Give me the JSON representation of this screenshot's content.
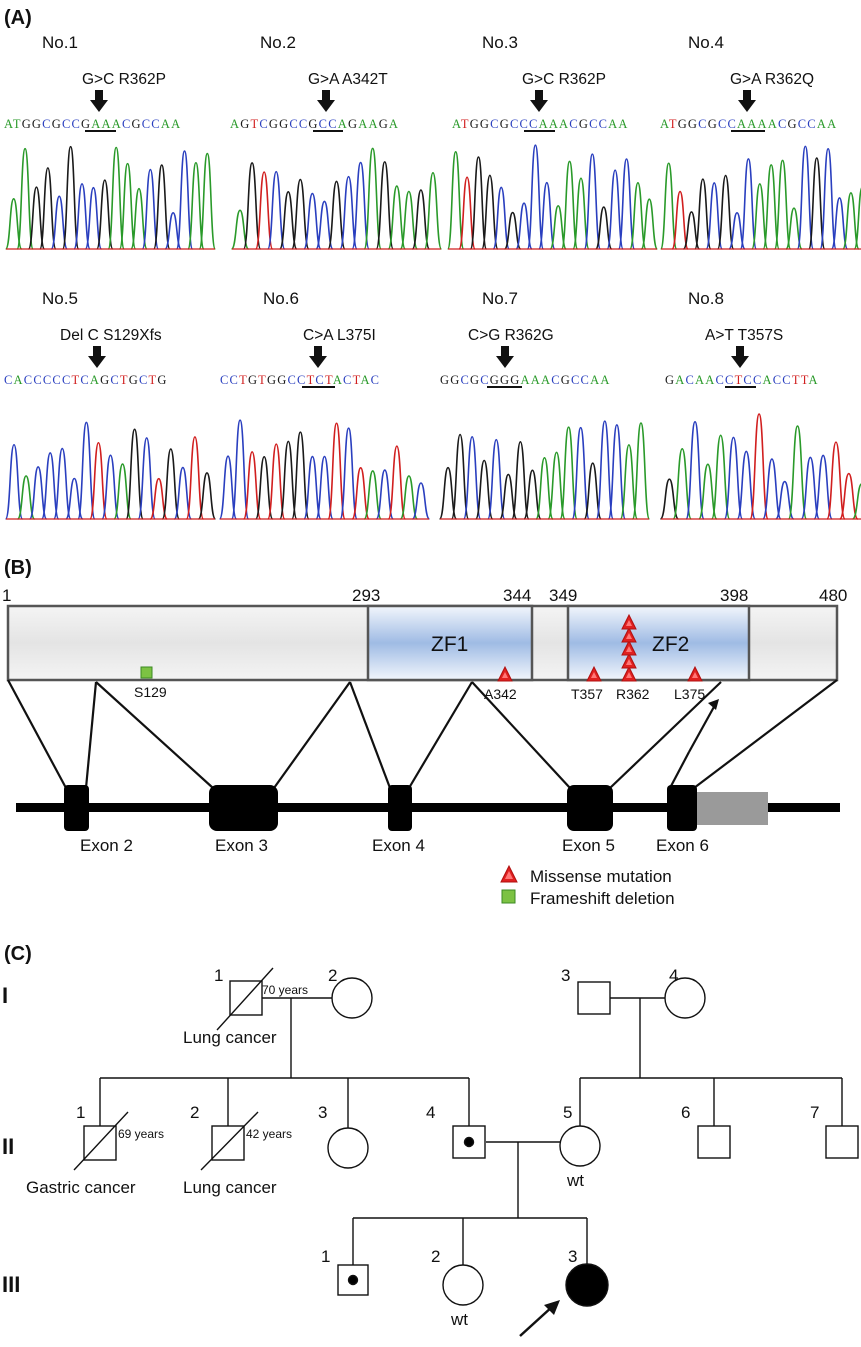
{
  "panels": {
    "a": "(A)",
    "b": "(B)",
    "c": "(C)"
  },
  "panel_a": {
    "traces": [
      {
        "label": "No.1",
        "mutation": "G>C  R362P",
        "seq": [
          [
            "A",
            "g"
          ],
          [
            "T",
            "g"
          ],
          [
            "G",
            "k"
          ],
          [
            "G",
            "k"
          ],
          [
            "C",
            "b"
          ],
          [
            "G",
            "k"
          ],
          [
            "C",
            "b"
          ],
          [
            "C",
            "b"
          ],
          [
            "G",
            "k"
          ],
          [
            "A",
            "g"
          ],
          [
            "A",
            "g"
          ],
          [
            "A",
            "g"
          ],
          [
            "C",
            "b"
          ],
          [
            "G",
            "k"
          ],
          [
            "C",
            "b"
          ],
          [
            "C",
            "b"
          ],
          [
            "A",
            "g"
          ],
          [
            "A",
            "g"
          ]
        ],
        "colors": [
          "#2a9a2a",
          "#1a1a1a",
          "#2a3fbf",
          "#d11f1f"
        ]
      },
      {
        "label": "No.2",
        "mutation": "G>A  A342T",
        "seq": [
          [
            "A",
            "g"
          ],
          [
            "G",
            "k"
          ],
          [
            "T",
            "r"
          ],
          [
            "C",
            "b"
          ],
          [
            "G",
            "k"
          ],
          [
            "G",
            "k"
          ],
          [
            "C",
            "b"
          ],
          [
            "C",
            "b"
          ],
          [
            "G",
            "k"
          ],
          [
            "C",
            "b"
          ],
          [
            "C",
            "b"
          ],
          [
            "A",
            "g"
          ],
          [
            "G",
            "k"
          ],
          [
            "A",
            "g"
          ],
          [
            "A",
            "g"
          ],
          [
            "G",
            "k"
          ],
          [
            "A",
            "g"
          ]
        ],
        "colors": [
          "#2a9a2a",
          "#1a1a1a",
          "#2a3fbf",
          "#d11f1f"
        ]
      },
      {
        "label": "No.3",
        "mutation": "G>C R362P",
        "seq": [
          [
            "A",
            "g"
          ],
          [
            "T",
            "r"
          ],
          [
            "G",
            "k"
          ],
          [
            "G",
            "k"
          ],
          [
            "C",
            "b"
          ],
          [
            "G",
            "k"
          ],
          [
            "C",
            "b"
          ],
          [
            "C",
            "b"
          ],
          [
            "C",
            "b"
          ],
          [
            "A",
            "g"
          ],
          [
            "A",
            "g"
          ],
          [
            "A",
            "g"
          ],
          [
            "C",
            "b"
          ],
          [
            "G",
            "k"
          ],
          [
            "C",
            "b"
          ],
          [
            "C",
            "b"
          ],
          [
            "A",
            "g"
          ],
          [
            "A",
            "g"
          ]
        ],
        "colors": [
          "#2a9a2a",
          "#1a1a1a",
          "#2a3fbf",
          "#d11f1f"
        ]
      },
      {
        "label": "No.4",
        "mutation": "G>A R362Q",
        "seq": [
          [
            "A",
            "g"
          ],
          [
            "T",
            "r"
          ],
          [
            "G",
            "k"
          ],
          [
            "G",
            "k"
          ],
          [
            "C",
            "b"
          ],
          [
            "G",
            "k"
          ],
          [
            "C",
            "b"
          ],
          [
            "C",
            "b"
          ],
          [
            "A",
            "g"
          ],
          [
            "A",
            "g"
          ],
          [
            "A",
            "g"
          ],
          [
            "A",
            "g"
          ],
          [
            "C",
            "b"
          ],
          [
            "G",
            "k"
          ],
          [
            "C",
            "b"
          ],
          [
            "C",
            "b"
          ],
          [
            "A",
            "g"
          ],
          [
            "A",
            "g"
          ]
        ],
        "colors": [
          "#2a9a2a",
          "#1a1a1a",
          "#2a3fbf",
          "#d11f1f"
        ]
      },
      {
        "label": "No.5",
        "mutation": "Del C  S129Xfs",
        "seq": [
          [
            "C",
            "b"
          ],
          [
            "A",
            "g"
          ],
          [
            "C",
            "b"
          ],
          [
            "C",
            "b"
          ],
          [
            "C",
            "b"
          ],
          [
            "C",
            "b"
          ],
          [
            "C",
            "b"
          ],
          [
            "T",
            "r"
          ],
          [
            "C",
            "b"
          ],
          [
            "A",
            "g"
          ],
          [
            "G",
            "k"
          ],
          [
            "C",
            "b"
          ],
          [
            "T",
            "r"
          ],
          [
            "G",
            "k"
          ],
          [
            "C",
            "b"
          ],
          [
            "T",
            "r"
          ],
          [
            "G",
            "k"
          ]
        ],
        "colors": [
          "#2a9a2a",
          "#1a1a1a",
          "#2a3fbf",
          "#d11f1f"
        ]
      },
      {
        "label": "No.6",
        "mutation": "C>A L375I",
        "seq": [
          [
            "C",
            "b"
          ],
          [
            "C",
            "b"
          ],
          [
            "T",
            "r"
          ],
          [
            "G",
            "k"
          ],
          [
            "T",
            "r"
          ],
          [
            "G",
            "k"
          ],
          [
            "G",
            "k"
          ],
          [
            "C",
            "b"
          ],
          [
            "C",
            "b"
          ],
          [
            "T",
            "r"
          ],
          [
            "C",
            "b"
          ],
          [
            "T",
            "r"
          ],
          [
            "A",
            "g"
          ],
          [
            "C",
            "b"
          ],
          [
            "T",
            "r"
          ],
          [
            "A",
            "g"
          ],
          [
            "C",
            "b"
          ]
        ],
        "colors": [
          "#2a9a2a",
          "#1a1a1a",
          "#2a3fbf",
          "#d11f1f"
        ]
      },
      {
        "label": "No.7",
        "mutation": "C>G R362G",
        "seq": [
          [
            "G",
            "k"
          ],
          [
            "G",
            "k"
          ],
          [
            "C",
            "b"
          ],
          [
            "G",
            "k"
          ],
          [
            "C",
            "b"
          ],
          [
            "G",
            "k"
          ],
          [
            "G",
            "k"
          ],
          [
            "G",
            "k"
          ],
          [
            "A",
            "g"
          ],
          [
            "A",
            "g"
          ],
          [
            "A",
            "g"
          ],
          [
            "C",
            "b"
          ],
          [
            "G",
            "k"
          ],
          [
            "C",
            "b"
          ],
          [
            "C",
            "b"
          ],
          [
            "A",
            "g"
          ],
          [
            "A",
            "g"
          ]
        ],
        "colors": [
          "#2a9a2a",
          "#1a1a1a",
          "#2a3fbf",
          "#d11f1f"
        ]
      },
      {
        "label": "No.8",
        "mutation": "A>T  T357S",
        "seq": [
          [
            "G",
            "k"
          ],
          [
            "A",
            "g"
          ],
          [
            "C",
            "b"
          ],
          [
            "A",
            "g"
          ],
          [
            "A",
            "g"
          ],
          [
            "C",
            "b"
          ],
          [
            "C",
            "b"
          ],
          [
            "T",
            "r"
          ],
          [
            "C",
            "b"
          ],
          [
            "C",
            "b"
          ],
          [
            "A",
            "g"
          ],
          [
            "C",
            "b"
          ],
          [
            "C",
            "b"
          ],
          [
            "T",
            "r"
          ],
          [
            "T",
            "r"
          ],
          [
            "A",
            "g"
          ]
        ],
        "colors": [
          "#2a9a2a",
          "#1a1a1a",
          "#2a3fbf",
          "#d11f1f"
        ]
      }
    ]
  },
  "panel_b": {
    "positions": [
      "1",
      "293",
      "344",
      "349",
      "398",
      "480"
    ],
    "domains": [
      "ZF1",
      "ZF2"
    ],
    "sites": [
      "S129",
      "A342",
      "T357",
      "R362",
      "L375"
    ],
    "exons": [
      "Exon 2",
      "Exon 3",
      "Exon 4",
      "Exon 5",
      "Exon 6"
    ],
    "legend": {
      "missense": "Missense mutation",
      "frameshift": "Frameshift deletion"
    },
    "colors": {
      "missense": "#e02020",
      "frameshift": "#7cc243",
      "domain": "#b8cdea",
      "utr": "#9a9a9a"
    }
  },
  "panel_c": {
    "generations": [
      "I",
      "II",
      "III"
    ],
    "gen1": {
      "n1": "1",
      "n1_age": "70 years",
      "n1_dx": "Lung cancer",
      "n2": "2",
      "n3": "3",
      "n4": "4"
    },
    "gen2": {
      "n1": "1",
      "n1_age": "69 years",
      "n1_dx": "Gastric cancer",
      "n2": "2",
      "n2_age": "42 years",
      "n2_dx": "Lung cancer",
      "n3": "3",
      "n4": "4",
      "n5": "5",
      "n5_note": "wt",
      "n6": "6",
      "n7": "7"
    },
    "gen3": {
      "n1": "1",
      "n2": "2",
      "n2_note": "wt",
      "n3": "3"
    }
  }
}
